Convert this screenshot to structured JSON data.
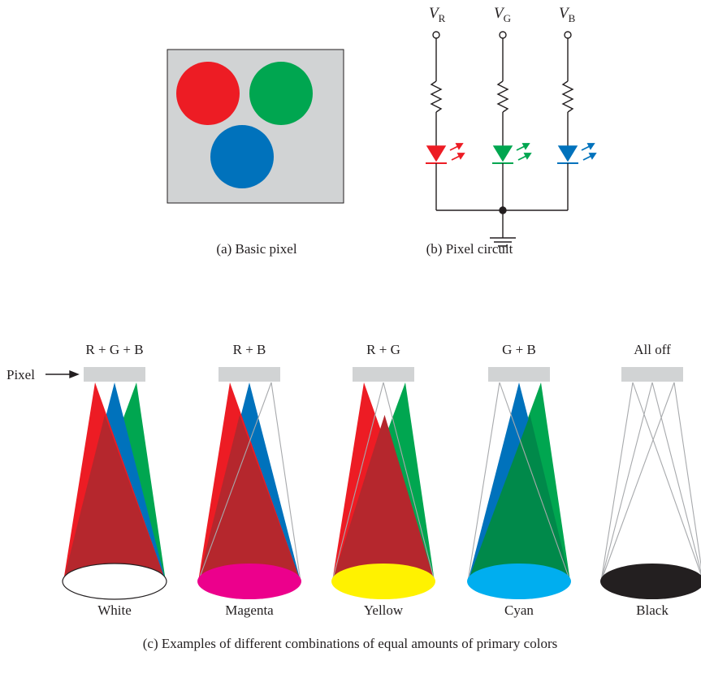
{
  "colors": {
    "red": "#ed1c24",
    "green": "#00a650",
    "blue": "#0072bc",
    "pixel_gray": "#d1d3d4",
    "red_blue_mix": "#b5272d",
    "green_blue_mix": "#00894a",
    "magenta": "#ec008c",
    "yellow": "#fff200",
    "cyan": "#00aeef",
    "black": "#231f20",
    "white": "#ffffff",
    "wire": "#231f20",
    "ghost_ray": "#a7a9ac"
  },
  "part_a": {
    "caption": "(a) Basic pixel"
  },
  "part_b": {
    "caption": "(b) Pixel circuit",
    "voltage_letter": "V",
    "voltage_subs": [
      "R",
      "G",
      "B"
    ]
  },
  "part_c": {
    "caption": "(c) Examples of different combinations of equal amounts of primary colors",
    "pixel_label": "Pixel",
    "combos": [
      {
        "label": "R + G + B",
        "result": "White",
        "on": {
          "r": true,
          "g": true,
          "b": true
        },
        "spot": "white"
      },
      {
        "label": "R + B",
        "result": "Magenta",
        "on": {
          "r": true,
          "g": false,
          "b": true
        },
        "spot": "magenta"
      },
      {
        "label": "R + G",
        "result": "Yellow",
        "on": {
          "r": true,
          "g": true,
          "b": false
        },
        "spot": "yellow"
      },
      {
        "label": "G + B",
        "result": "Cyan",
        "on": {
          "r": false,
          "g": true,
          "b": true
        },
        "spot": "cyan"
      },
      {
        "label": "All off",
        "result": "Black",
        "on": {
          "r": false,
          "g": false,
          "b": false
        },
        "spot": "black"
      }
    ]
  }
}
